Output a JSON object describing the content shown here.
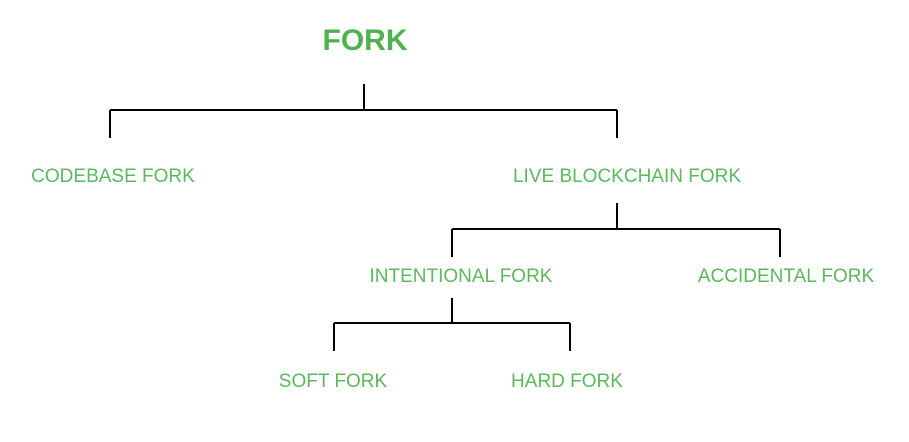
{
  "colors": {
    "text": "#5cb85c",
    "root_text": "#4fb14f",
    "connector": "#000000",
    "background": "#ffffff"
  },
  "diagram": {
    "root": "FORK",
    "codebase": "CODEBASE FORK",
    "live_blockchain": "LIVE BLOCKCHAIN FORK",
    "intentional": "INTENTIONAL FORK",
    "accidental": "ACCIDENTAL FORK",
    "soft": "SOFT FORK",
    "hard": "HARD FORK"
  }
}
